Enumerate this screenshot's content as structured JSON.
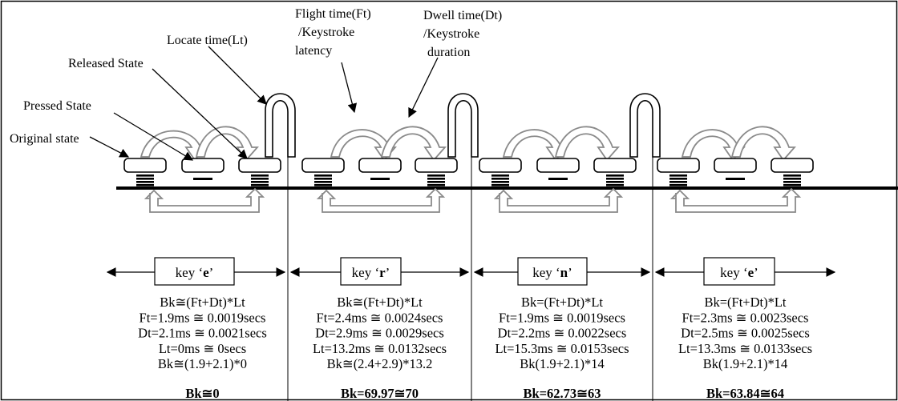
{
  "annotations": {
    "original": "Original state",
    "pressed": "Pressed State",
    "released": "Released State",
    "locate": "Locate time(Lt)",
    "flight": [
      "Flight time(Ft)",
      "/Keystroke",
      "latency"
    ],
    "dwell": [
      "Dwell time(Dt)",
      "/Keystroke",
      "duration"
    ]
  },
  "keys": [
    {
      "prefix": "key ‘",
      "letter": "e",
      "suffix": "’",
      "lines": [
        "Bk≅(Ft+Dt)*Lt",
        "Ft=1.9ms ≅ 0.0019secs",
        "Dt=2.1ms ≅ 0.0021secs",
        "Lt=0ms ≅ 0secs",
        "Bk≅(1.9+2.1)*0"
      ],
      "result": "Bk≅0"
    },
    {
      "prefix": "key ‘",
      "letter": "r",
      "suffix": "’",
      "lines": [
        "Bk≅(Ft+Dt)*Lt",
        "Ft=2.4ms ≅ 0.0024secs",
        "Dt=2.9ms ≅ 0.0029secs",
        "Lt=13.2ms ≅ 0.0132secs",
        "Bk≅(2.4+2.9)*13.2"
      ],
      "result": "Bk=69.97≅70"
    },
    {
      "prefix": "key ‘",
      "letter": "n",
      "suffix": "’",
      "lines": [
        "Bk=(Ft+Dt)*Lt",
        "Ft=1.9ms ≅ 0.0019secs",
        "Dt=2.2ms ≅ 0.0022secs",
        "Lt=15.3ms ≅ 0.0153secs",
        "Bk(1.9+2.1)*14"
      ],
      "result": "Bk=62.73≅63"
    },
    {
      "prefix": "key ‘",
      "letter": "e",
      "suffix": "’",
      "lines": [
        "Bk=(Ft+Dt)*Lt",
        "Ft=2.3ms ≅ 0.0023secs",
        "Dt=2.5ms ≅ 0.0025secs",
        "Lt=13.3ms ≅ 0.0133secs",
        "Bk(1.9+2.1)*14"
      ],
      "result": "Bk=63.84≅64"
    }
  ]
}
